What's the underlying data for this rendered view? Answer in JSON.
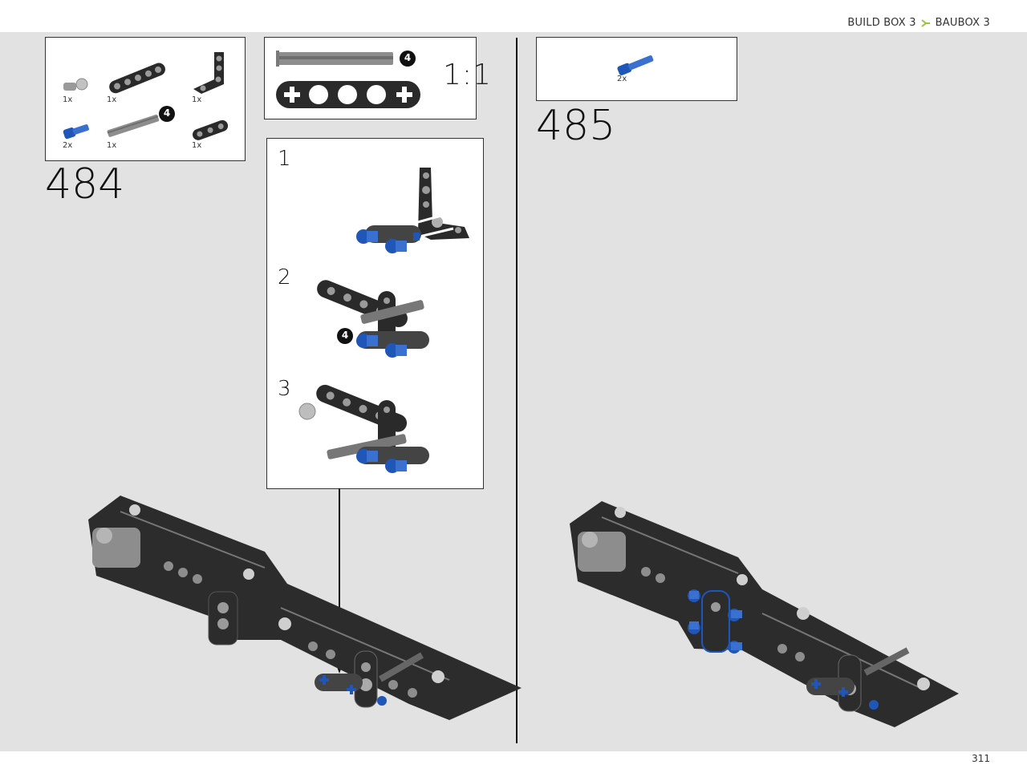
{
  "header": {
    "build_box": "BUILD BOX 3",
    "baubox": "BAUBOX 3"
  },
  "page_number": "311",
  "steps": [
    {
      "number": "484",
      "parts": [
        {
          "qty": "1x",
          "part": "grey-ball-joint-pin-icon"
        },
        {
          "qty": "1x",
          "part": "black-liftarm-5-icon"
        },
        {
          "qty": "1x",
          "part": "black-l-liftarm-icon"
        },
        {
          "qty": "2x",
          "part": "blue-axle-pin-icon"
        },
        {
          "qty": "1x",
          "part": "grey-axle-4-icon",
          "callout": "4"
        },
        {
          "qty": "1x",
          "part": "black-liftarm-3-icon"
        }
      ],
      "scale": {
        "label": "1:1",
        "axle_callout": "4"
      },
      "substeps": [
        {
          "number": "1"
        },
        {
          "number": "2",
          "callout": "4"
        },
        {
          "number": "3"
        }
      ]
    },
    {
      "number": "485",
      "parts": [
        {
          "qty": "2x",
          "part": "blue-axle-pin-icon"
        }
      ]
    }
  ],
  "colors": {
    "accent_arrow": "#9bc53d",
    "sheet_bg": "#e2e2e2",
    "technic_blue": "#1f56b8",
    "technic_black": "#2a2a2a",
    "technic_grey": "#8d8d8d"
  }
}
